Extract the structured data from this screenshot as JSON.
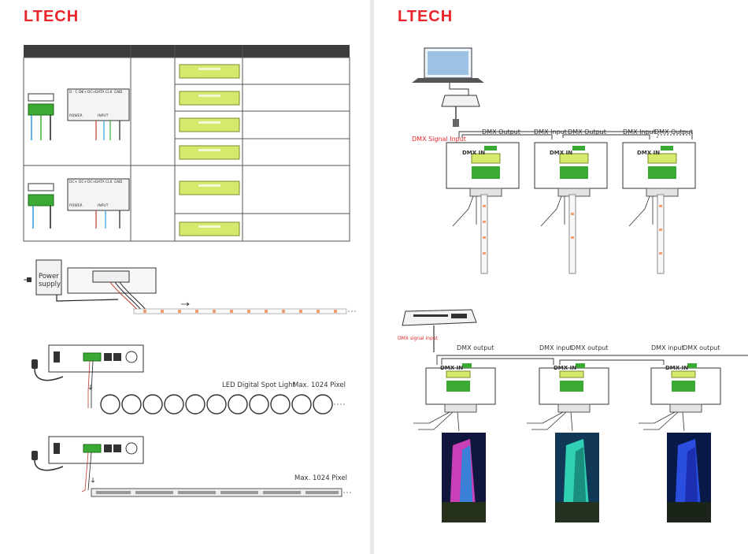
{
  "brand": {
    "logo_left": "LTECH",
    "logo_right": "LTECH",
    "accent": "#e8262b"
  },
  "terminal_labels": [
    "DC+",
    "DC+",
    "DC+",
    "DATA",
    "CLK",
    "GND"
  ],
  "terminal_groups": {
    "power": "POWER",
    "input": "INPUT"
  },
  "power_supply": {
    "label_line1": "Power",
    "label_line2": "supply"
  },
  "spot_light": {
    "label": "LED Digital Spot Light",
    "max": "Max. 1024 Pixel"
  },
  "bar_light": {
    "max": "Max. 1024 Pixel"
  },
  "chain1": {
    "signal_input": "DMX Signal Input",
    "labels": [
      "DMX Output",
      "DMX Input",
      "DMX Output",
      "DMX Input",
      "DMX Output"
    ],
    "unit_title": "DMX IN"
  },
  "chain2": {
    "signal_input": "DMX signal input",
    "labels": [
      "DMX output",
      "DMX input",
      "DMX output",
      "DMX input",
      "DMX output"
    ],
    "unit_title": "DMX IN"
  },
  "colors": {
    "header": "#3c3c3c",
    "lcd": "#d4ea6c",
    "terminal_green": "#3aaa35",
    "wire_blue": "#2aa0d8",
    "wire_red": "#c0392b"
  }
}
